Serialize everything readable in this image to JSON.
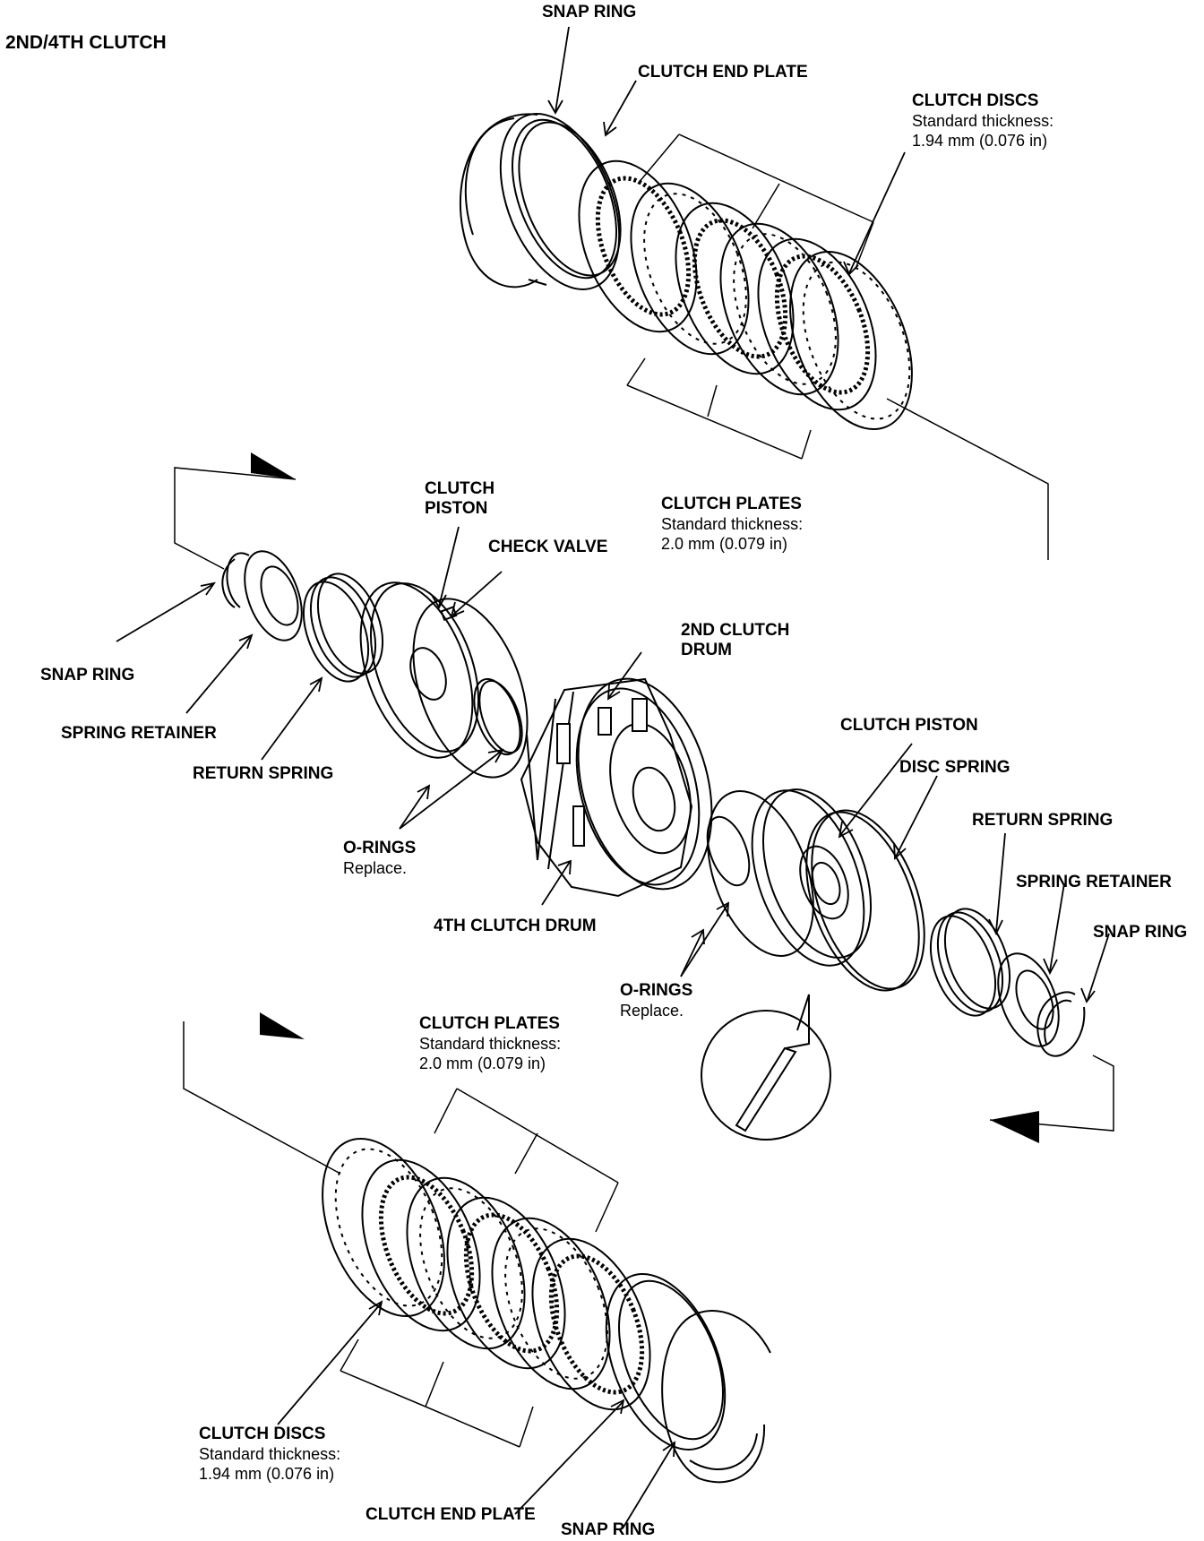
{
  "title": "2ND/4TH CLUTCH",
  "labels": {
    "top_snap_ring": "SNAP RING",
    "top_clutch_end_plate": "CLUTCH END PLATE",
    "top_clutch_discs": "CLUTCH DISCS",
    "top_clutch_discs_thickness_label": "Standard thickness:",
    "top_clutch_discs_thickness": "1.94 mm (0.076 in)",
    "top_clutch_plates": "CLUTCH PLATES",
    "top_clutch_plates_thickness_label": "Standard thickness:",
    "top_clutch_plates_thickness": "2.0 mm (0.079 in)",
    "clutch_piston_left_1": "CLUTCH",
    "clutch_piston_left_2": "PISTON",
    "check_valve": "CHECK VALVE",
    "snap_ring_left": "SNAP RING",
    "spring_retainer_left": "SPRING RETAINER",
    "return_spring_left": "RETURN SPRING",
    "o_rings_left": "O-RINGS",
    "o_rings_left_note": "Replace.",
    "second_clutch_drum_1": "2ND CLUTCH",
    "second_clutch_drum_2": "DRUM",
    "fourth_clutch_drum": "4TH CLUTCH DRUM",
    "clutch_piston_right": "CLUTCH PISTON",
    "disc_spring": "DISC SPRING",
    "return_spring_right": "RETURN SPRING",
    "spring_retainer_right": "SPRING RETAINER",
    "snap_ring_right": "SNAP RING",
    "o_rings_right": "O-RINGS",
    "o_rings_right_note": "Replace.",
    "bottom_clutch_plates": "CLUTCH PLATES",
    "bottom_clutch_plates_thickness_label": "Standard thickness:",
    "bottom_clutch_plates_thickness": "2.0 mm (0.079 in)",
    "bottom_clutch_discs": "CLUTCH DISCS",
    "bottom_clutch_discs_thickness_label": "Standard thickness:",
    "bottom_clutch_discs_thickness": "1.94 mm (0.076 in)",
    "bottom_clutch_end_plate": "CLUTCH END PLATE",
    "bottom_snap_ring": "SNAP RING"
  }
}
